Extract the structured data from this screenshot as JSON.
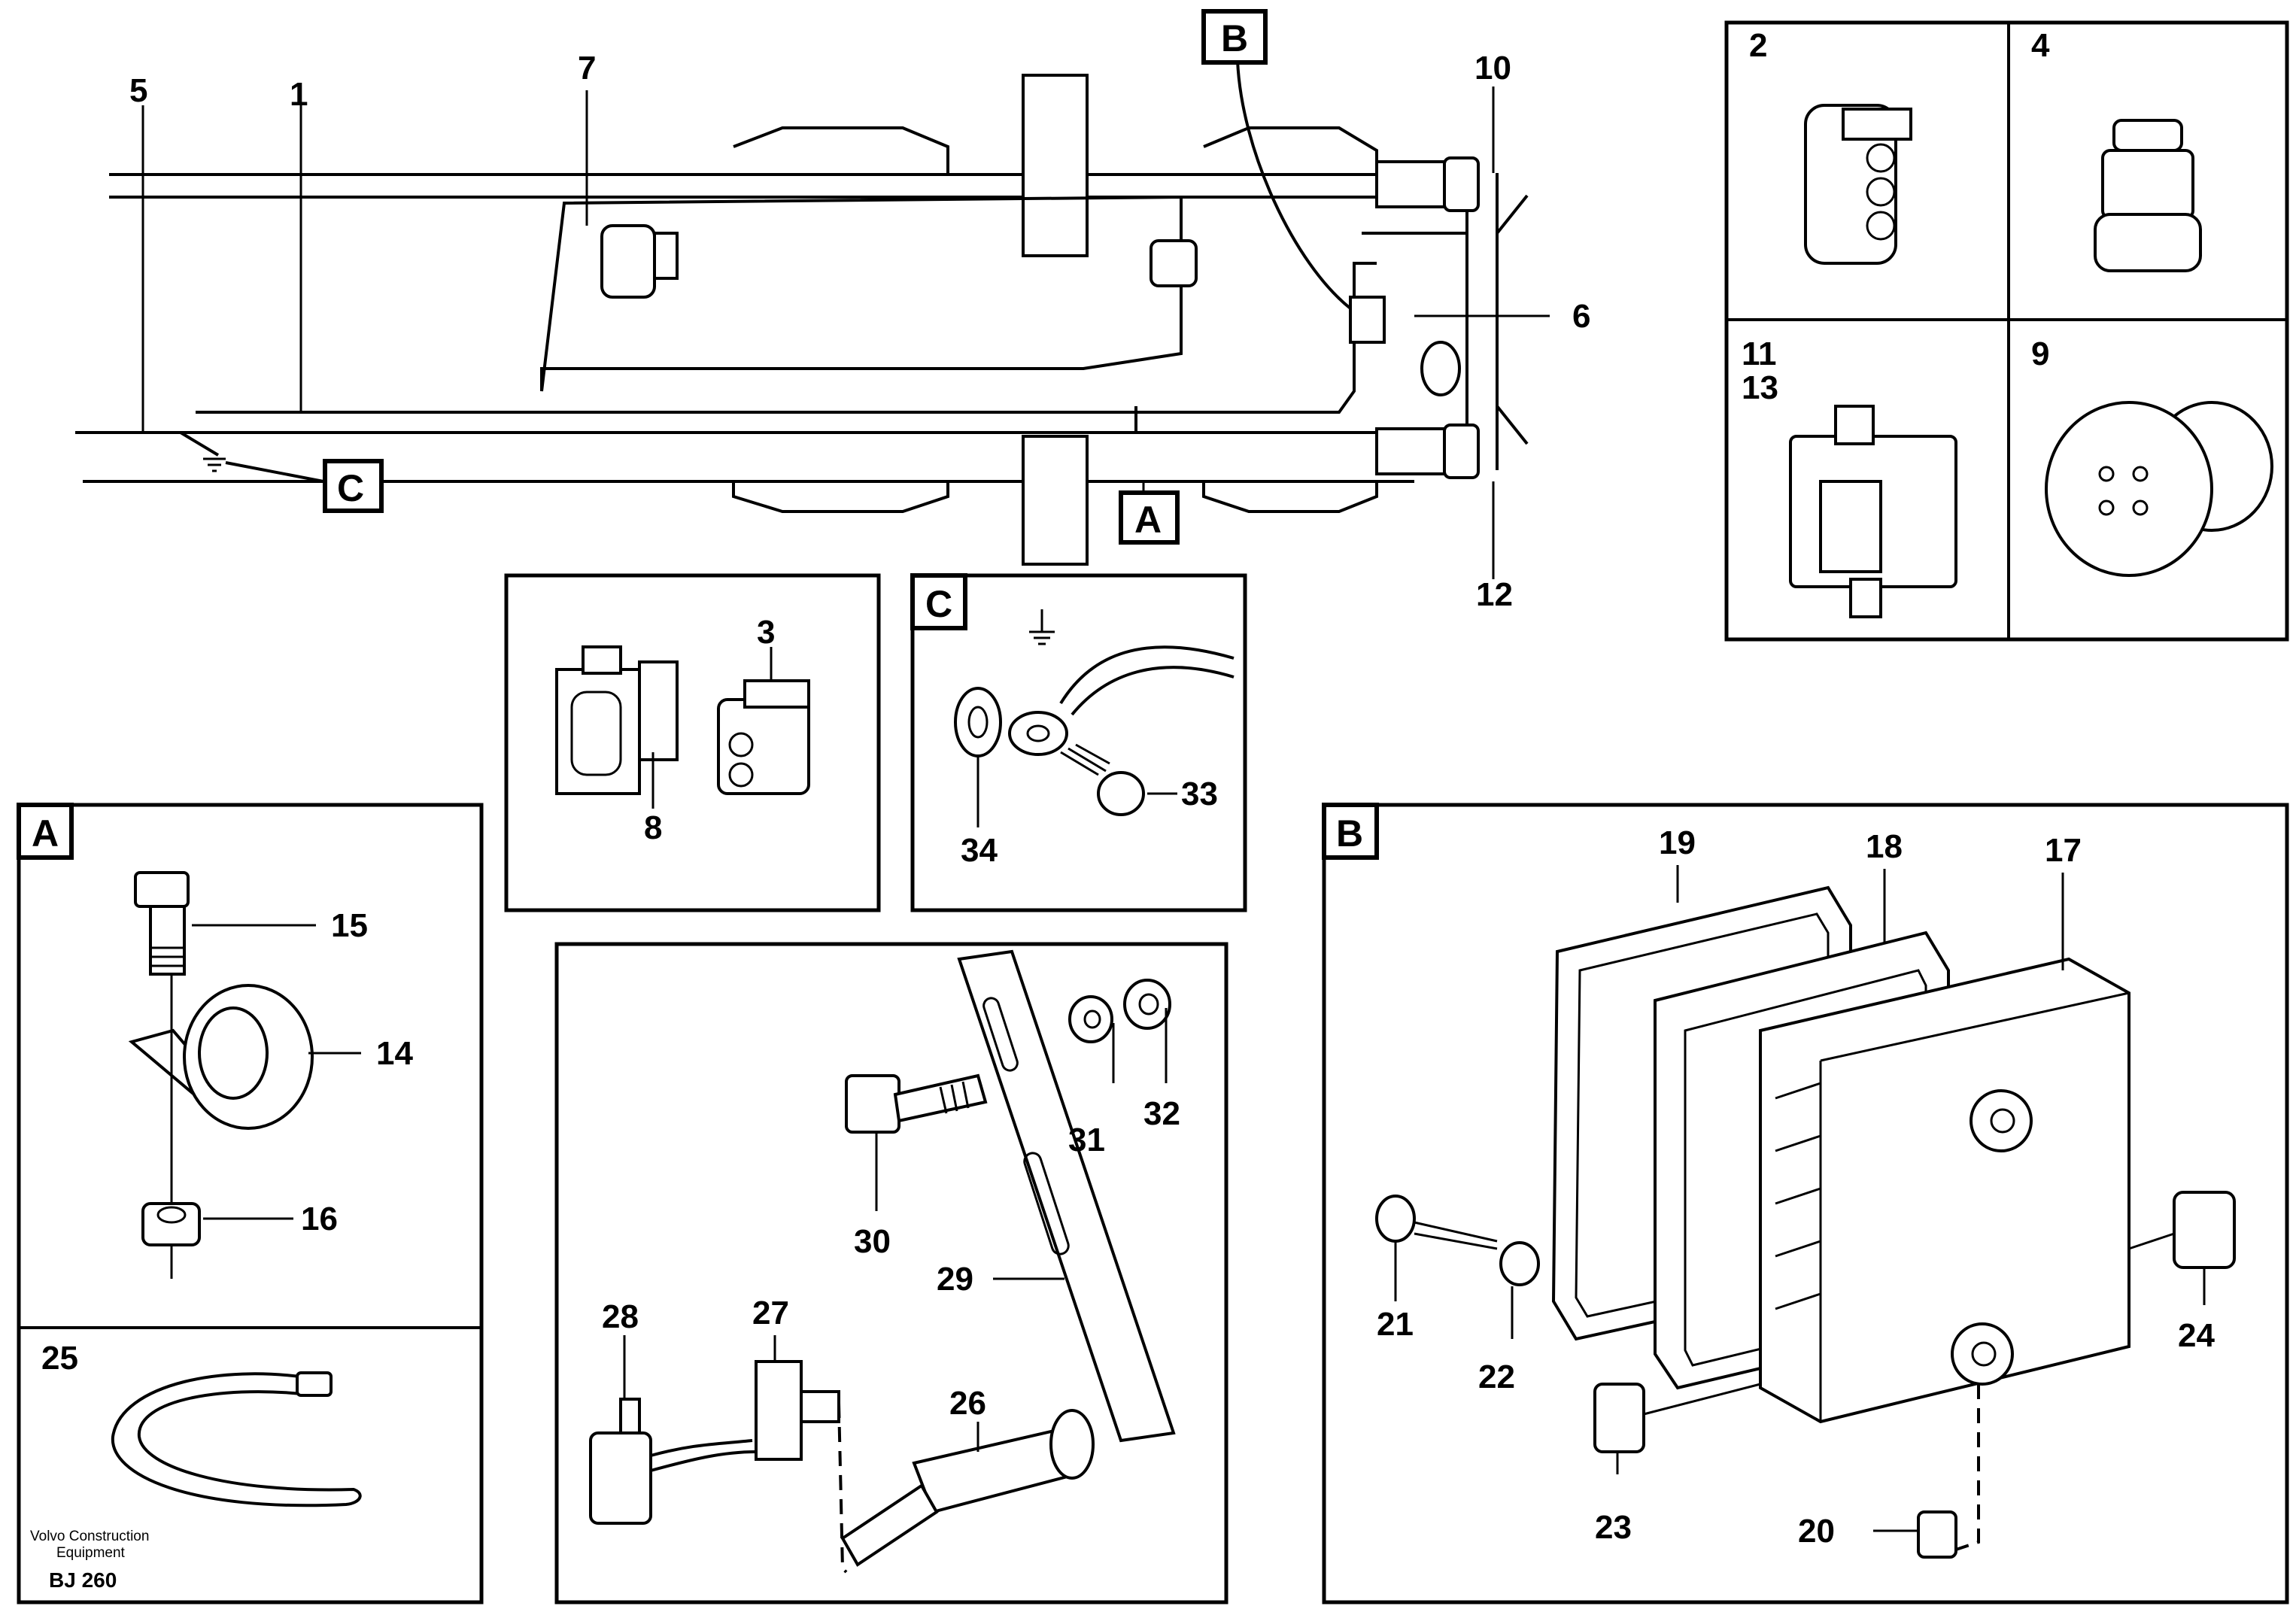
{
  "labels": {
    "l1": "1",
    "l2": "2",
    "l3": "3",
    "l4": "4",
    "l5": "5",
    "l6": "6",
    "l7": "7",
    "l8": "8",
    "l9": "9",
    "l10": "10",
    "l11": "11",
    "l12": "12",
    "l13": "13",
    "l14": "14",
    "l15": "15",
    "l16": "16",
    "l17": "17",
    "l18": "18",
    "l19": "19",
    "l20": "20",
    "l21": "21",
    "l22": "22",
    "l23": "23",
    "l24": "24",
    "l25": "25",
    "l26": "26",
    "l27": "27",
    "l28": "28",
    "l29": "29",
    "l30": "30",
    "l31": "31",
    "l32": "32",
    "l33": "33",
    "l34": "34"
  },
  "callouts": {
    "a": "A",
    "b": "B",
    "c": "C"
  },
  "footer": {
    "brand_line1": "Volvo Construction",
    "brand_line2": "Equipment",
    "code": "BJ 260"
  }
}
